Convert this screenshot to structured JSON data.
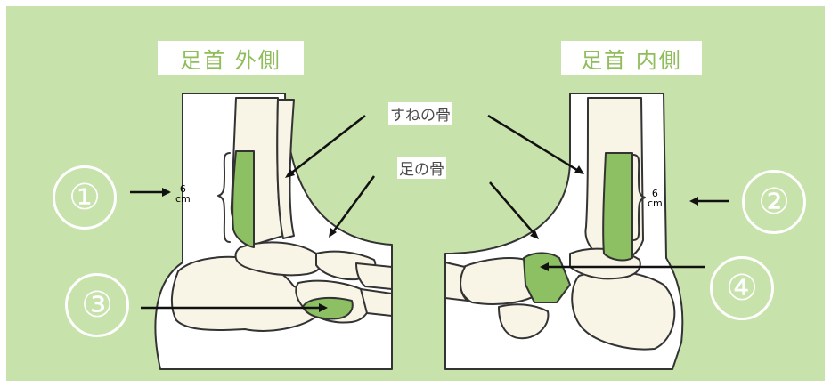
{
  "titles": {
    "left": "足首 外側",
    "right": "足首 内側"
  },
  "labels": {
    "shin_bone": "すねの骨",
    "foot_bone": "足の骨"
  },
  "numbers": [
    "①",
    "②",
    "③",
    "④"
  ],
  "measurement": {
    "value": "6",
    "unit": "cm"
  },
  "colors": {
    "background": "#c7e2ab",
    "highlight": "#8cc063",
    "bone": "#f8f4e6",
    "outline": "#333333",
    "text_accent": "#8fbd5a"
  }
}
